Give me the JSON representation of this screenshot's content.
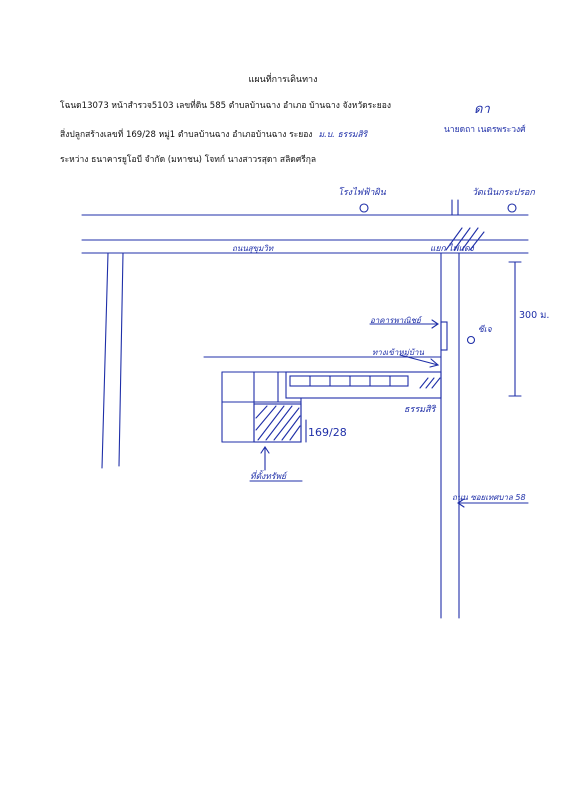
{
  "document": {
    "title": "แผนที่การเดินทาง",
    "line1": "โฉนด13073 หน้าสำรวจ5103 เลขที่ดิน 585 ตำบลบ้านฉาง อำเภอ บ้านฉาง จังหวัดระยอง",
    "line2": "สิ่งปลูกสร้างเลขที่ 169/28 หมู่1 ตำบลบ้านฉาง อำเภอบ้านฉาง ระยอง",
    "line2_handwritten": "ม.บ. ธรรมสิริ",
    "line3": "ระหว่าง ธนาคารยูโอบี จำกัด (มหาชน) โจทก์ นางสาวรสุดา สลิดศรีกุล",
    "signature_initial": "ดา",
    "signature_name": "นายดถา เนตรพระวงศ์"
  },
  "map": {
    "landmark_left": "โรงไฟฟ้าผิน",
    "landmark_right": "วัดเนินกระปรอก",
    "main_road": "ถนนสุขุมวิท",
    "intersection": "แยก ไฟแดง",
    "distance": "300 ม.",
    "building_mark": "อาคารพาณิชย์",
    "west_road": "ทางเข้าหมู่บ้าน",
    "school_mark": "ซีเจ",
    "village": "ธรรมสิริ",
    "lot_number": "169/28",
    "target_label": "ที่ตั้งทรัพย์",
    "soi_label": "ถนน ซอยเทศบาล 58"
  }
}
